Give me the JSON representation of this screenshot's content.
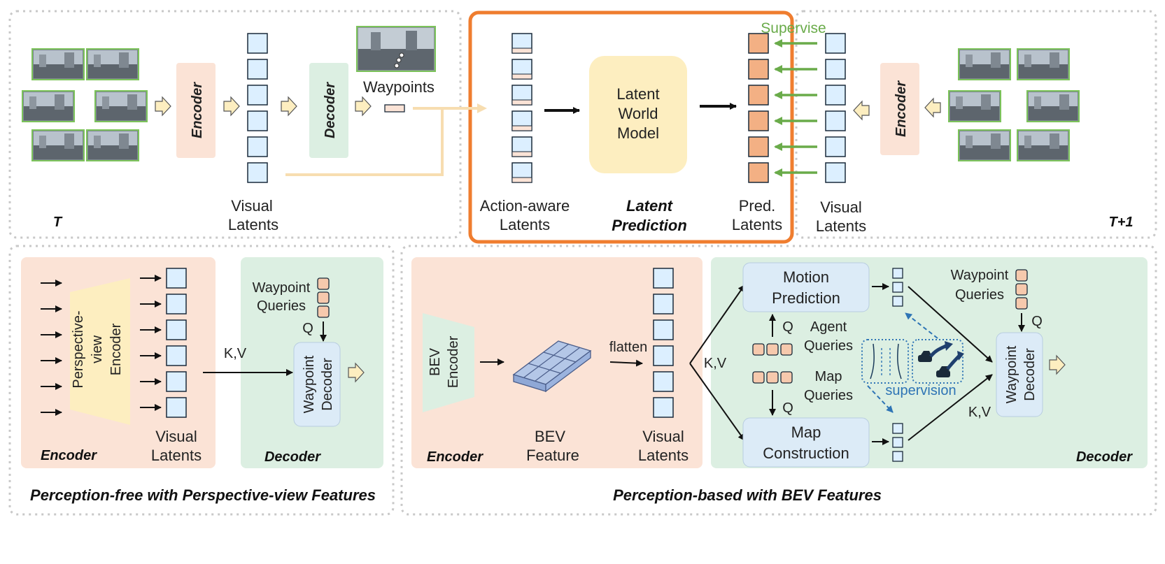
{
  "top": {
    "time_t": "T",
    "time_t1": "T+1",
    "encoder": "Encoder",
    "decoder": "Decoder",
    "waypoints": "Waypoints",
    "visual_latents_line1": "Visual",
    "visual_latents_line2": "Latents",
    "action_aware_line1": "Action-aware",
    "action_aware_line2": "Latents",
    "world_model_line1": "Latent",
    "world_model_line2": "World",
    "world_model_line3": "Model",
    "latent_prediction_line1": "Latent",
    "latent_prediction_line2": "Prediction",
    "pred_latents_line1": "Pred.",
    "pred_latents_line2": "Latents",
    "visual_latents_right_line1": "Visual",
    "visual_latents_right_line2": "Latents",
    "supervise": "Supervise",
    "encoder_right": "Encoder"
  },
  "bottom_left": {
    "encoder_line1": "Perspective-",
    "encoder_line2": "view",
    "encoder_line3": "Encoder",
    "visual_latents_line1": "Visual",
    "visual_latents_line2": "Latents",
    "kv": "K,V",
    "queries_line1": "Waypoint",
    "queries_line2": "Queries",
    "q": "Q",
    "decoder_line1": "Waypoint",
    "decoder_line2": "Decoder",
    "encoder_label": "Encoder",
    "decoder_label": "Decoder",
    "caption": "Perception-free with Perspective-view Features"
  },
  "bottom_right": {
    "bev_encoder_line1": "BEV",
    "bev_encoder_line2": "Encoder",
    "bev_feature_line1": "BEV",
    "bev_feature_line2": "Feature",
    "flatten": "flatten",
    "visual_latents_line1": "Visual",
    "visual_latents_line2": "Latents",
    "kv_left": "K,V",
    "motion_line1": "Motion",
    "motion_line2": "Prediction",
    "map_line1": "Map",
    "map_line2": "Construction",
    "q_agent": "Q",
    "agent_line1": "Agent",
    "agent_line2": "Queries",
    "map_q_line1": "Map",
    "map_q_line2": "Queries",
    "q_map": "Q",
    "supervision": "supervision",
    "queries_line1": "Waypoint",
    "queries_line2": "Queries",
    "q_wp": "Q",
    "kv_right": "K,V",
    "decoder_line1": "Waypoint",
    "decoder_line2": "Decoder",
    "encoder_label": "Encoder",
    "decoder_label": "Decoder",
    "caption": "Perception-based with BEV Features"
  },
  "colors": {
    "latent_fill": "#dcefff",
    "encoder_fill": "#fbe3d6",
    "decoder_fill": "#dcefe2",
    "world_model_fill": "#fdeec0",
    "pred_fill": "#f3b084",
    "highlight_border": "#ef7d2f",
    "supervise": "#6aab4a",
    "supervision_blue": "#2e74b5"
  }
}
